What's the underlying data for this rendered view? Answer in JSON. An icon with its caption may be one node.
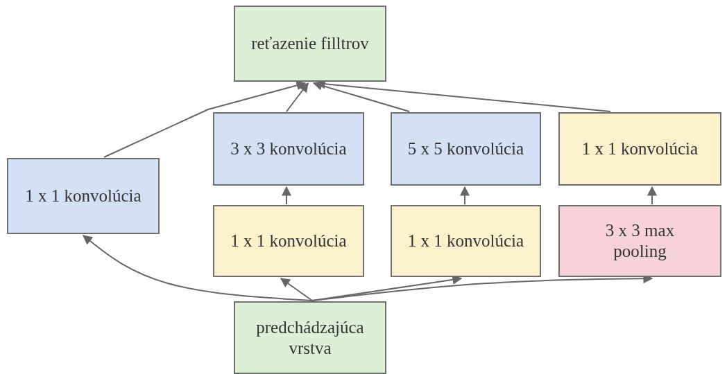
{
  "diagram": {
    "nodes": [
      {
        "text": [
          "reťazenie filltrov"
        ]
      },
      {
        "text": [
          "1 x 1 konvolúcia"
        ]
      },
      {
        "text": [
          "3 x 3 konvolúcia"
        ]
      },
      {
        "text": [
          "5 x 5 konvolúcia"
        ]
      },
      {
        "text": [
          "1 x 1 konvolúcia"
        ]
      },
      {
        "text": [
          "1 x 1 konvolúcia"
        ]
      },
      {
        "text": [
          "1 x 1 konvolúcia"
        ]
      },
      {
        "text": [
          "3 x 3 max pooling"
        ]
      },
      {
        "text": [
          "predchádzajúca vrstva"
        ]
      }
    ],
    "edges": [
      {
        "from": 8,
        "to": 1,
        "arrow": "to"
      },
      {
        "from": 8,
        "to": 5,
        "arrow": "to"
      },
      {
        "from": 8,
        "to": 6,
        "arrow": "to"
      },
      {
        "from": 8,
        "to": 7,
        "arrow": "to"
      },
      {
        "from": 5,
        "to": 2,
        "arrow": "to"
      },
      {
        "from": 6,
        "to": 3,
        "arrow": "to"
      },
      {
        "from": 7,
        "to": 4,
        "arrow": "to"
      },
      {
        "from": 1,
        "to": 0,
        "arrow": "to"
      },
      {
        "from": 2,
        "to": 0,
        "arrow": "to"
      },
      {
        "from": 3,
        "to": 0,
        "arrow": "to"
      },
      {
        "from": 4,
        "to": 0,
        "arrow": "to"
      }
    ]
  }
}
